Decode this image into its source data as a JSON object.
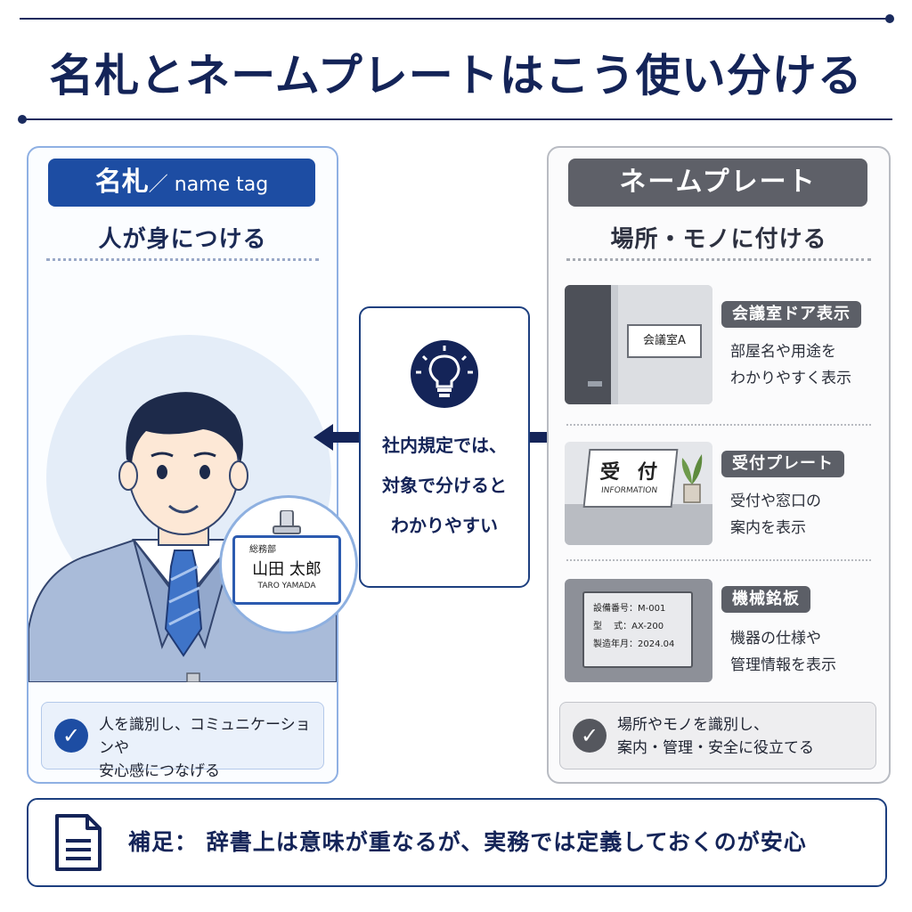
{
  "header": {
    "title": "名札とネームプレートはこう使い分ける"
  },
  "left": {
    "heading": "名札",
    "heading_sub": "／ name tag",
    "subtitle": "人が身につける",
    "badge": {
      "department": "総務部",
      "name": "山田 太郎",
      "romaji": "TARO YAMADA"
    },
    "check_line1": "人を識別し、コミュニケーションや",
    "check_line2": "安心感につなげる"
  },
  "center": {
    "line1": "社内規定では、",
    "line2": "対象で分けると",
    "line3": "わかりやすい"
  },
  "right": {
    "heading": "ネームプレート",
    "subtitle": "場所・モノに付ける",
    "items": [
      {
        "label": "会議室ドア表示",
        "desc1": "部屋名や用途を",
        "desc2": "わかりやすく表示",
        "sign": "会議室A"
      },
      {
        "label": "受付プレート",
        "desc1": "受付や窓口の",
        "desc2": "案内を表示",
        "sign": "受 付",
        "sign_sub": "INFORMATION"
      },
      {
        "label": "機械銘板",
        "desc1": "機器の仕様や",
        "desc2": "管理情報を表示",
        "plate1": "設備番号：M-001",
        "plate2": "型　 式：AX-200",
        "plate3": "製造年月：2024.04"
      }
    ],
    "check_line1": "場所やモノを識別し、",
    "check_line2": "案内・管理・安全に役立てる"
  },
  "note": {
    "text": "補足： 辞書上は意味が重なるが、実務では定義しておくのが安心"
  }
}
